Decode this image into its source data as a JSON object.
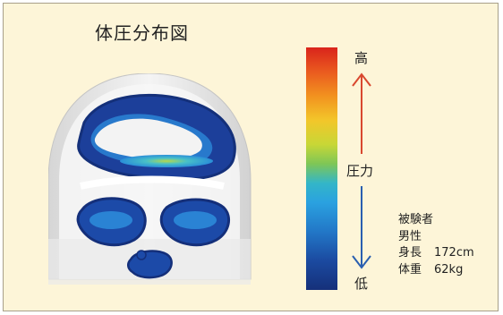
{
  "title": "体圧分布図",
  "colorbar": {
    "high_label": "高",
    "axis_label": "圧力",
    "low_label": "低",
    "colors": [
      "#d9241b",
      "#f2921f",
      "#f3c62a",
      "#7ec656",
      "#2aa1e0",
      "#1b4aa0",
      "#15307a"
    ]
  },
  "arrow_colors": {
    "up": "#d9482f",
    "down": "#2a5fb0"
  },
  "subject": {
    "heading": "被験者",
    "sex": "男性",
    "height_label": "身長",
    "height_value": "172cm",
    "weight_label": "体重",
    "weight_value": "62kg"
  }
}
